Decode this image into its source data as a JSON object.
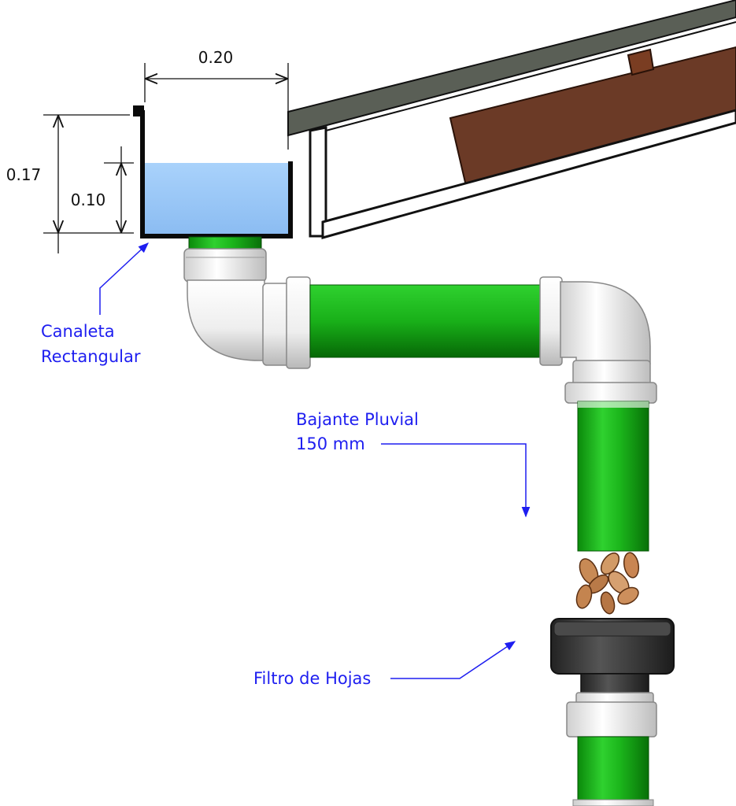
{
  "dimensions": {
    "gutter_width": "0.20",
    "gutter_height": "0.17",
    "water_depth": "0.10"
  },
  "labels": {
    "gutter_line1": "Canaleta",
    "gutter_line2": "Rectangular",
    "downpipe_line1": "Bajante Pluvial",
    "downpipe_line2": "150 mm",
    "filter": "Filtro de Hojas"
  },
  "colors": {
    "pipe_green": "#1fbf1f",
    "fitting_white": "#f2f2f2",
    "water_blue": "#9cc8f7",
    "roof_gray": "#5a5f56",
    "rafter_brown": "#6b3a26",
    "filter_dark": "#3d3d3d",
    "annotation_blue": "#1e1ef0"
  }
}
